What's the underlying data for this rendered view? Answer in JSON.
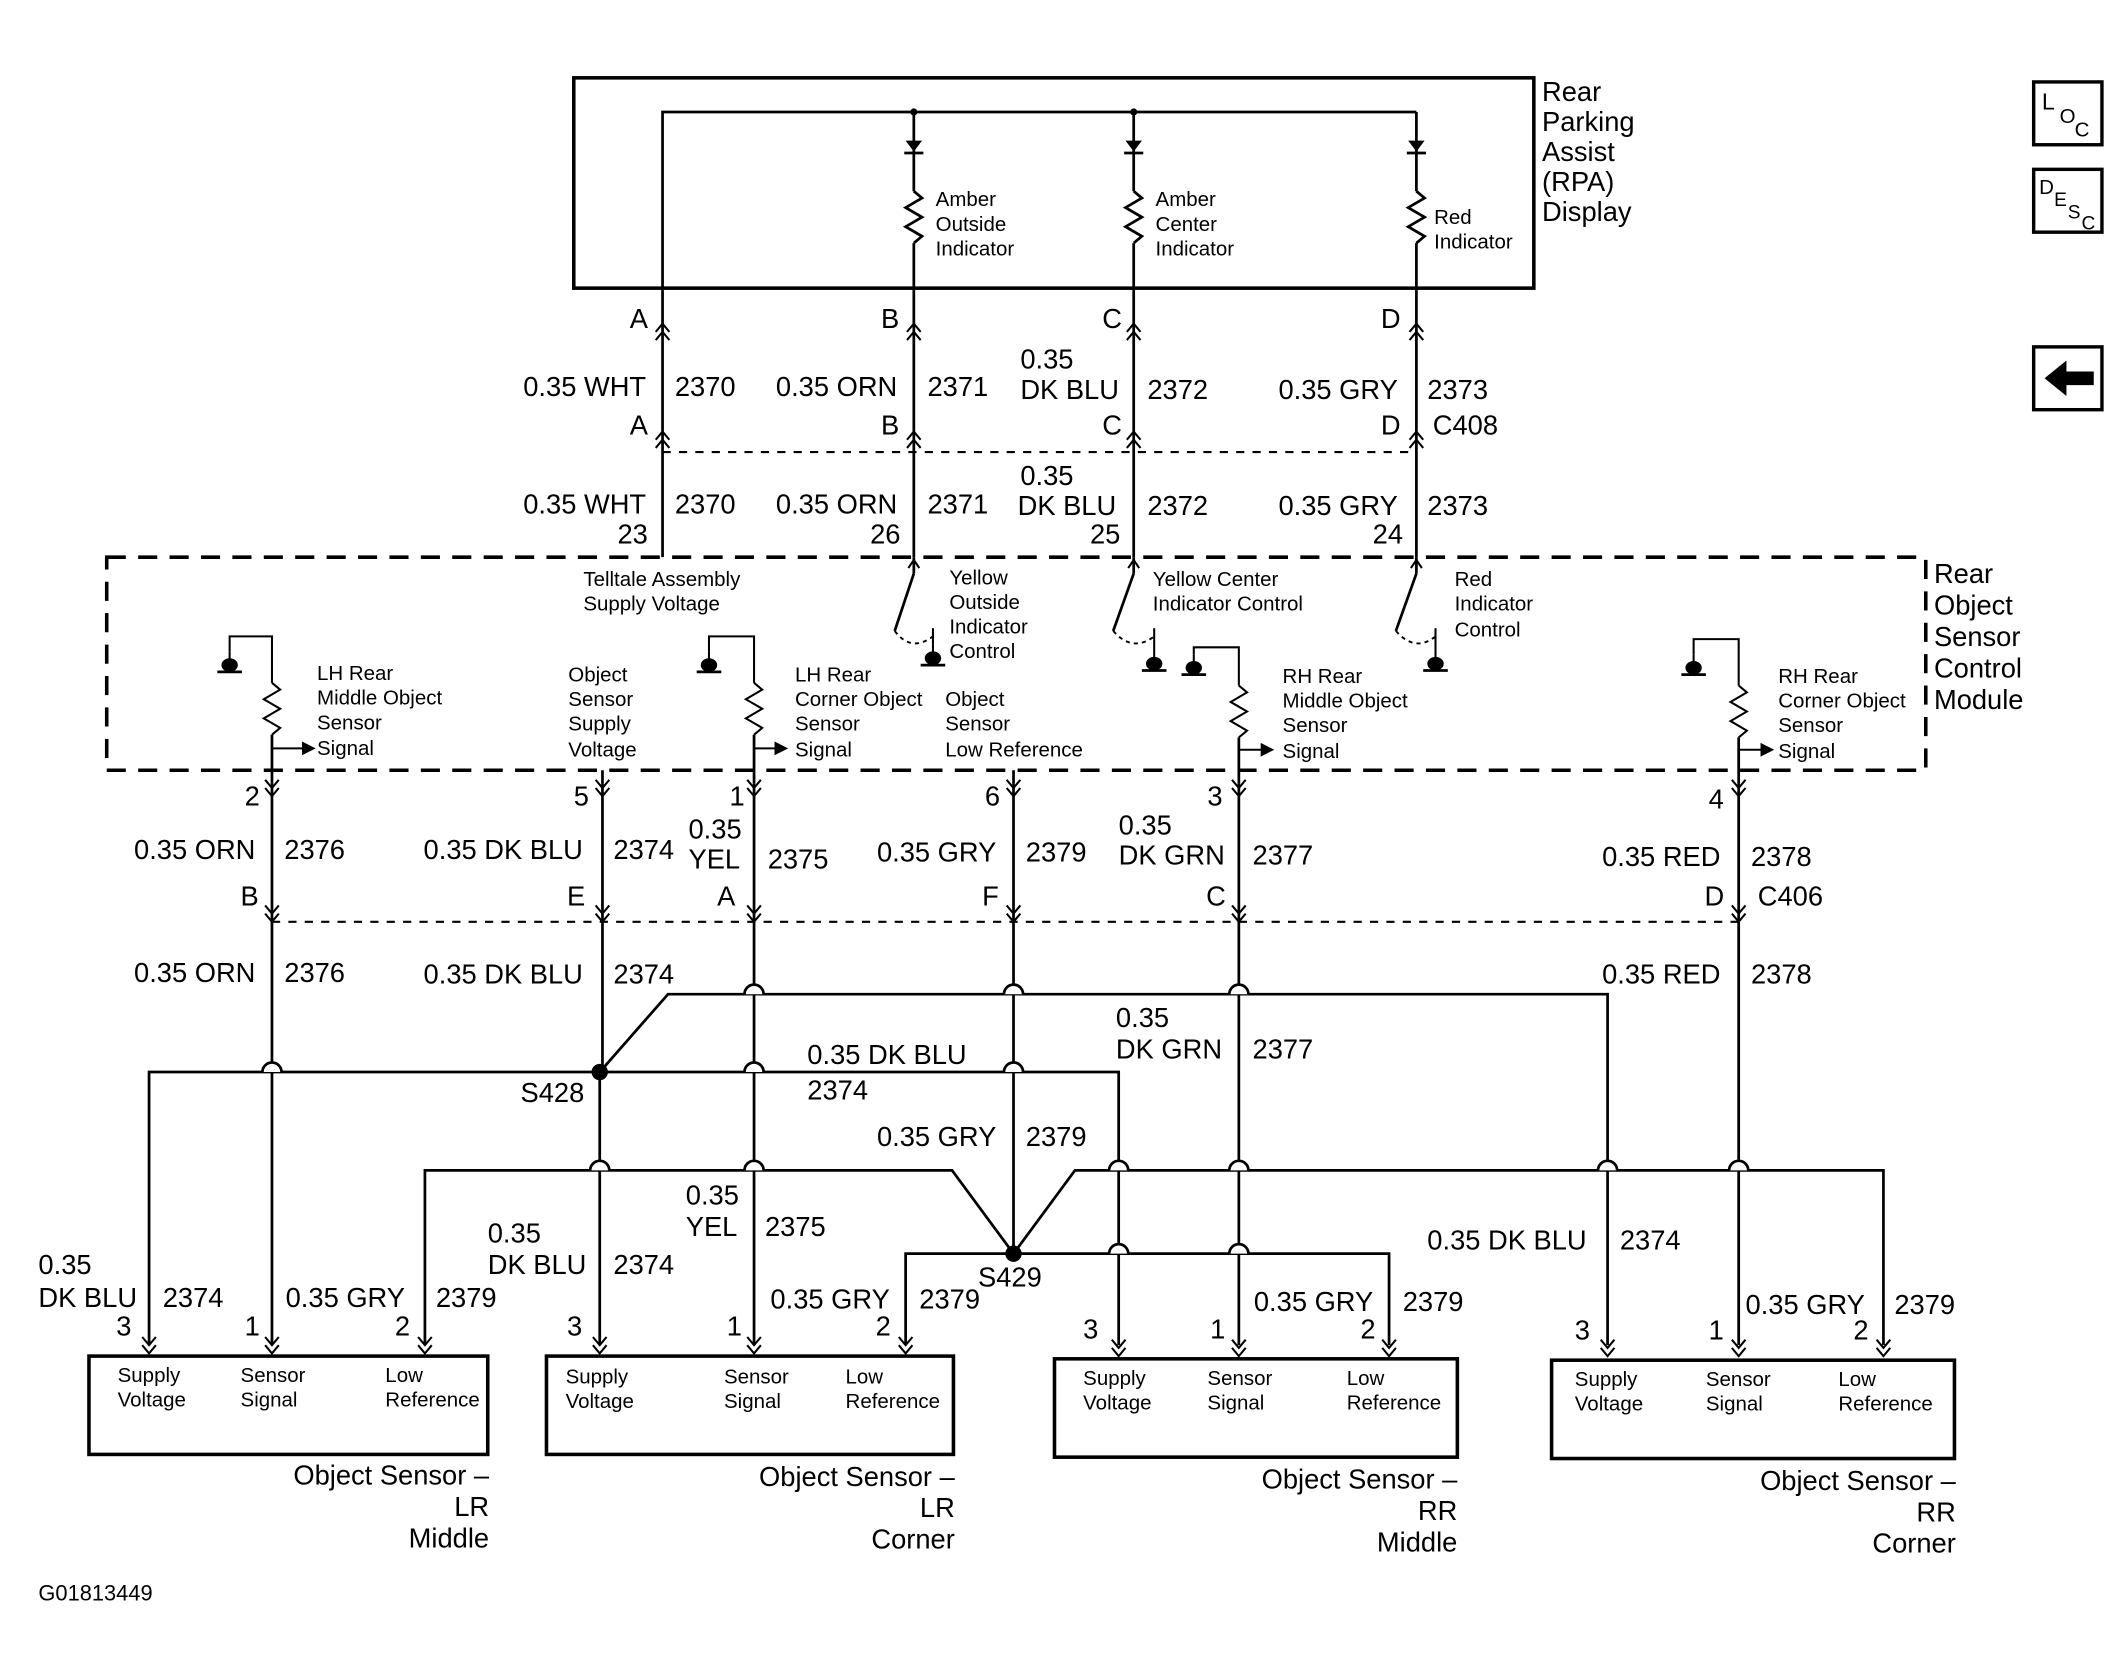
{
  "figure_id": "G01813449",
  "nav": {
    "loc": [
      "L",
      "O",
      "C"
    ],
    "desc": [
      "D",
      "E",
      "S",
      "C"
    ],
    "back_icon": "left-arrow-icon"
  },
  "display": {
    "title": [
      "Rear",
      "Parking",
      "Assist",
      "(RPA)",
      "Display"
    ],
    "ind_amber_outside": [
      "Amber",
      "Outside",
      "Indicator"
    ],
    "ind_amber_center": [
      "Amber",
      "Center",
      "Indicator"
    ],
    "ind_red": [
      "Red",
      "Indicator"
    ]
  },
  "connector_c408": {
    "name": "C408"
  },
  "connector_c406": {
    "name": "C406"
  },
  "module": {
    "title": [
      "Rear",
      "Object",
      "Sensor",
      "Control",
      "Module"
    ],
    "telltale": [
      "Telltale Assembly",
      "Supply Voltage"
    ],
    "yellow_outside": [
      "Yellow",
      "Outside",
      "Indicator",
      "Control"
    ],
    "yellow_center": [
      "Yellow Center",
      "Indicator Control"
    ],
    "red_control": [
      "Red",
      "Indicator",
      "Control"
    ],
    "lh_mid": [
      "LH Rear",
      "Middle Object",
      "Sensor",
      "Signal"
    ],
    "obj_supply": [
      "Object",
      "Sensor",
      "Supply",
      "Voltage"
    ],
    "lh_corner": [
      "LH Rear",
      "Corner Object",
      "Sensor",
      "Signal"
    ],
    "obj_lowref": [
      "Object",
      "Sensor",
      "Low Reference"
    ],
    "rh_mid": [
      "RH Rear",
      "Middle Object",
      "Sensor",
      "Signal"
    ],
    "rh_corner": [
      "RH Rear",
      "Corner Object",
      "Sensor",
      "Signal"
    ]
  },
  "pins": {
    "A": "A",
    "B": "B",
    "C": "C",
    "D": "D",
    "E": "E",
    "F": "F",
    "n1": "1",
    "n2": "2",
    "n3": "3",
    "n4": "4",
    "n5": "5",
    "n6": "6",
    "n23": "23",
    "n24": "24",
    "n25": "25",
    "n26": "26"
  },
  "wires": {
    "w2370": "2370",
    "w2371": "2371",
    "w2372": "2372",
    "w2373": "2373",
    "w2374": "2374",
    "w2375": "2375",
    "w2376": "2376",
    "w2377": "2377",
    "w2378": "2378",
    "w2379": "2379",
    "wht": "0.35 WHT",
    "orn": "0.35 ORN",
    "gry": "0.35 GRY",
    "red": "0.35 RED",
    "dkblu": "0.35 DK BLU",
    "p035": "0.35",
    "dkblu_short": "DK BLU",
    "yel": "YEL",
    "dkgrn": "DK GRN"
  },
  "splices": {
    "s428": "S428",
    "s429": "S429"
  },
  "sensor_pins": {
    "supply": [
      "Supply",
      "Voltage"
    ],
    "signal": [
      "Sensor",
      "Signal"
    ],
    "lowref": [
      "Low",
      "Reference"
    ]
  },
  "sensors": {
    "lr_middle": [
      "Object Sensor –",
      "LR",
      "Middle"
    ],
    "lr_corner": [
      "Object Sensor –",
      "LR",
      "Corner"
    ],
    "rr_middle": [
      "Object Sensor –",
      "RR",
      "Middle"
    ],
    "rr_corner": [
      "Object Sensor –",
      "RR",
      "Corner"
    ]
  }
}
